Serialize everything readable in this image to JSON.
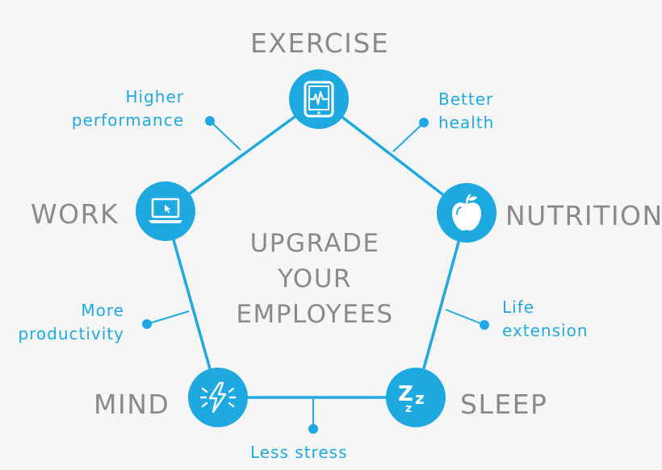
{
  "center_title": [
    "UPGRADE",
    "YOUR",
    "EMPLOYEES"
  ],
  "nodes": {
    "exercise": {
      "label": "EXERCISE",
      "icon": "tablet-heartbeat-icon"
    },
    "nutrition": {
      "label": "NUTRITION",
      "icon": "apple-icon"
    },
    "sleep": {
      "label": "SLEEP",
      "icon": "zzz-sleep-icon"
    },
    "mind": {
      "label": "MIND",
      "icon": "lightning-bolt-icon"
    },
    "work": {
      "label": "WORK",
      "icon": "laptop-icon"
    }
  },
  "benefits": {
    "exercise_nutrition": [
      "Better",
      "health"
    ],
    "nutrition_sleep": [
      "Life",
      "extension"
    ],
    "sleep_mind": [
      "Less stress"
    ],
    "mind_work": [
      "More",
      "productivity"
    ],
    "work_exercise": [
      "Higher",
      "performance"
    ]
  },
  "colors": {
    "accent": "#1fa9e1",
    "text_gray": "#8a8a8a",
    "background": "#f6f6f6"
  }
}
